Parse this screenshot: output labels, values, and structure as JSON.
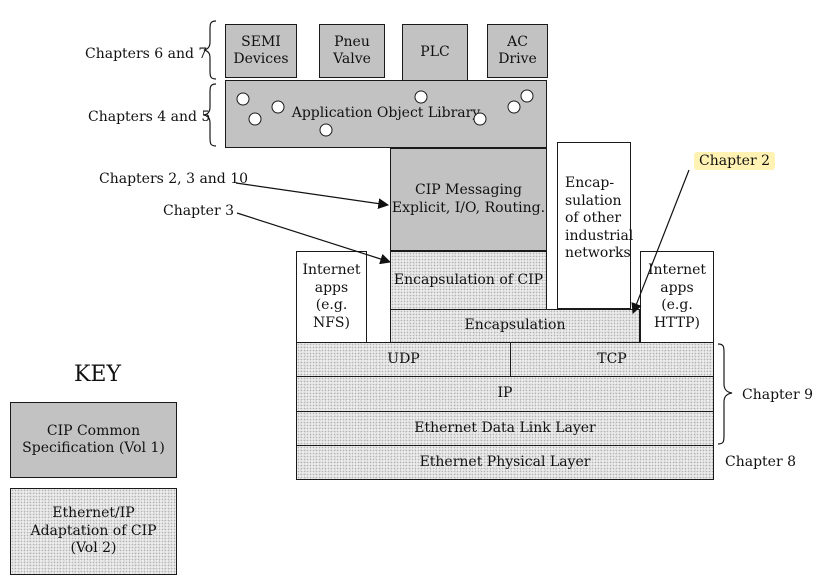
{
  "top_devices": [
    {
      "id": "semi",
      "label": "SEMI\nDevices"
    },
    {
      "id": "pneu",
      "label": "Pneu\nValve"
    },
    {
      "id": "plc",
      "label": "PLC"
    },
    {
      "id": "ac",
      "label": "AC\nDrive"
    }
  ],
  "application_object_library": "Application Object Library",
  "cip_messaging": "CIP Messaging\nExplicit, I/O, Routing.",
  "encapsulation_other": "Encap-\nsulation\nof other\nindustrial\nnetworks",
  "internet_apps_nfs": "Internet\napps\n(e.g.\nNFS)",
  "encapsulation_of_cip": "Encapsulation of CIP",
  "internet_apps_http": "Internet\napps\n(e.g.\nHTTP)",
  "encapsulation": "Encapsulation",
  "udp": "UDP",
  "tcp": "TCP",
  "ip": "IP",
  "ethernet_data_link": "Ethernet Data Link Layer",
  "ethernet_physical": "Ethernet Physical Layer",
  "chapter_labels": {
    "ch_6_7": "Chapters 6 and 7",
    "ch_4_5": "Chapters 4 and 5",
    "ch_2_3_10": "Chapters 2, 3 and 10",
    "ch_3": "Chapter 3",
    "ch_2": "Chapter 2",
    "ch_9": "Chapter 9",
    "ch_8": "Chapter 8"
  },
  "key": {
    "title": "KEY",
    "cip_common": "CIP Common\nSpecification (Vol 1)",
    "ethernet_ip": "Ethernet/IP\nAdaptation of CIP\n(Vol 2)"
  },
  "colors": {
    "cip_gray": "#c2c2c2",
    "adaptation_speckle": "#ececec",
    "highlight": "#fff2b3"
  }
}
